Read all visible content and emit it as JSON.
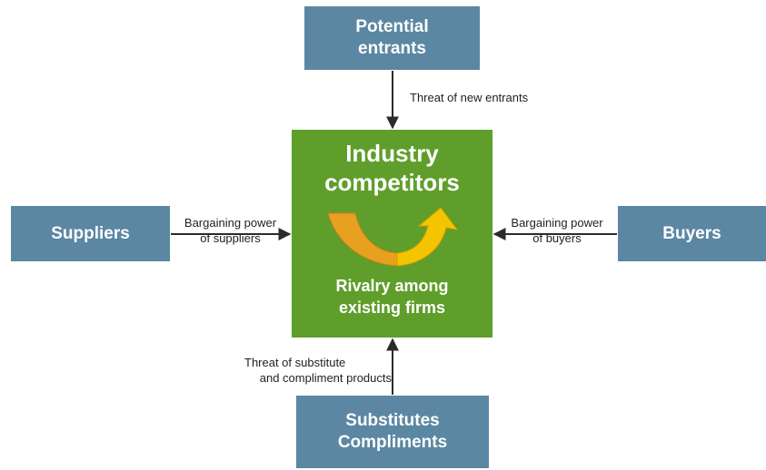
{
  "colors": {
    "side_box": "#5b87a2",
    "center_box": "#5f9e2b",
    "arrow": "#2b2b2b",
    "curve_arrow_orange": "#e8a020",
    "curve_arrow_yellow": "#f5c400"
  },
  "nodes": {
    "top": {
      "line1": "Potential",
      "line2": "entrants"
    },
    "left": {
      "text": "Suppliers"
    },
    "right": {
      "text": "Buyers"
    },
    "bottom": {
      "line1": "Substitutes",
      "line2": "Compliments"
    },
    "center": {
      "title_line1": "Industry",
      "title_line2": "competitors",
      "sub_line1": "Rivalry among",
      "sub_line2": "existing firms",
      "icon": "curved-arrow-icon"
    }
  },
  "edges": {
    "top": {
      "line1": "Threat of new entrants"
    },
    "left": {
      "line1": "Bargaining power",
      "line2": "of suppliers"
    },
    "right": {
      "line1": "Bargaining power",
      "line2": "of buyers"
    },
    "bottom": {
      "line1": "Threat of substitute",
      "line2": "and compliment products"
    }
  }
}
